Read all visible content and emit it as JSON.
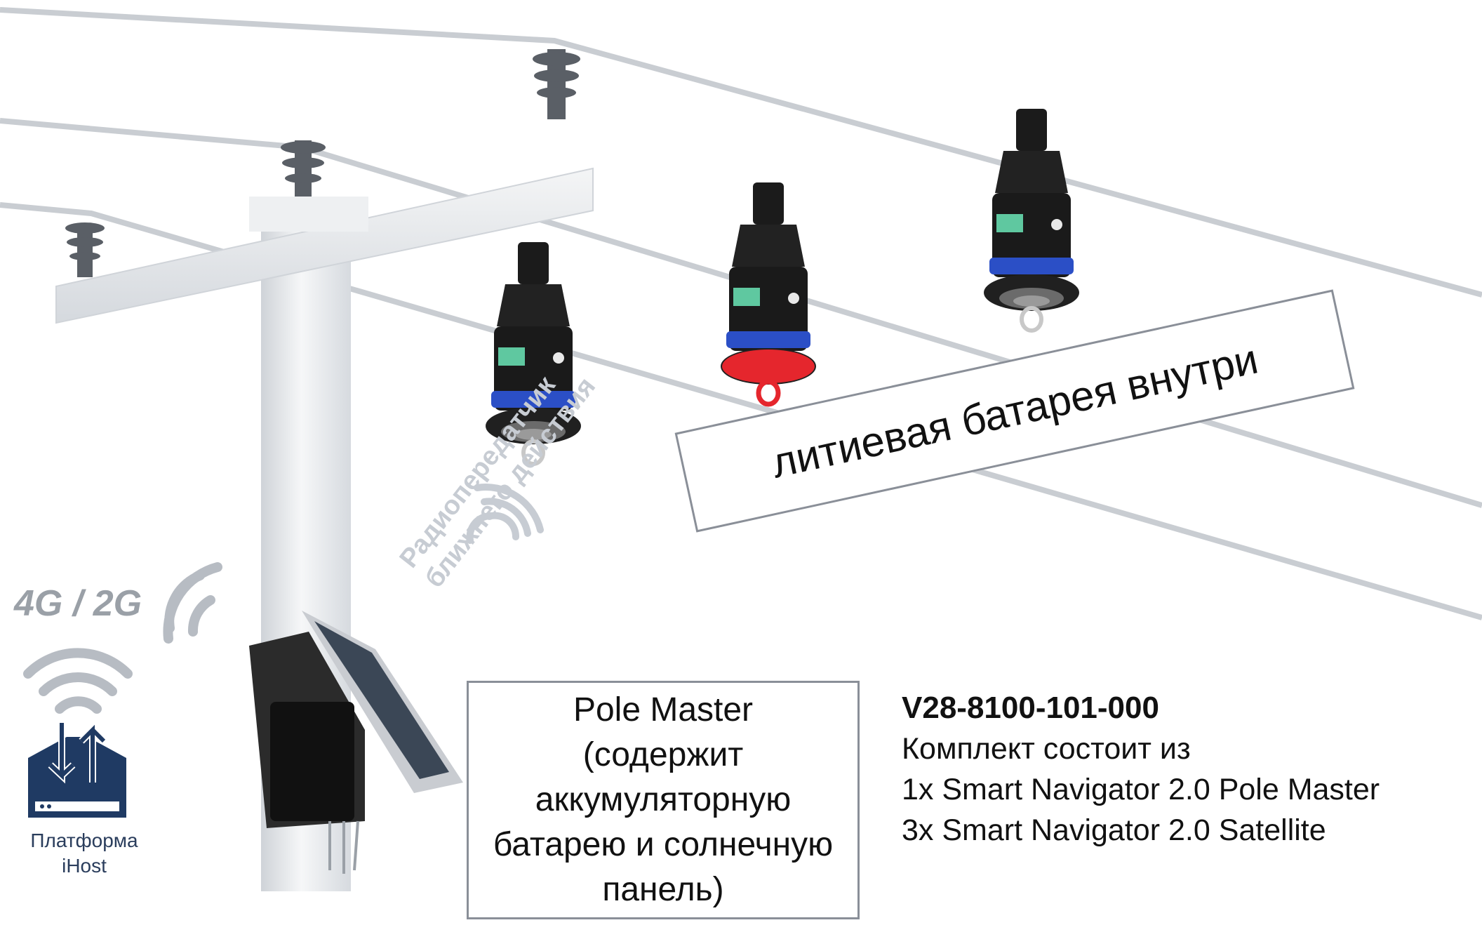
{
  "network": {
    "label": "4G / 2G"
  },
  "platform": {
    "line1": "Платформа",
    "line2": "iHost"
  },
  "radio": {
    "line1": "Радиопередатчик",
    "line2": "ближнего действия"
  },
  "battery_box": {
    "text": "литиевая батарея внутри"
  },
  "pole_master_box": {
    "lines": [
      "Pole Master",
      "(содержит",
      "аккумуляторную",
      "батарею и солнечную",
      "панель)"
    ]
  },
  "kit": {
    "code": "V28-8100-101-000",
    "lines": [
      "Комплект состоит из",
      "1x Smart Navigator 2.0 Pole Master",
      "3x Smart Navigator 2.0 Satellite"
    ]
  },
  "colors": {
    "device_body": "#1a1a1a",
    "device_green": "#5fc8a0",
    "device_blue": "#2b4fc6",
    "device_red": "#e5262d",
    "pole": "#e9ecef",
    "cable": "#c9cdd2",
    "icon_navy": "#1f3a63",
    "icon_grey": "#b7bcc3"
  },
  "icons": [
    "wifi-icon",
    "cellular-signal-icon",
    "radio-signal-icon",
    "upload-download-icon",
    "solar-panel-icon"
  ]
}
